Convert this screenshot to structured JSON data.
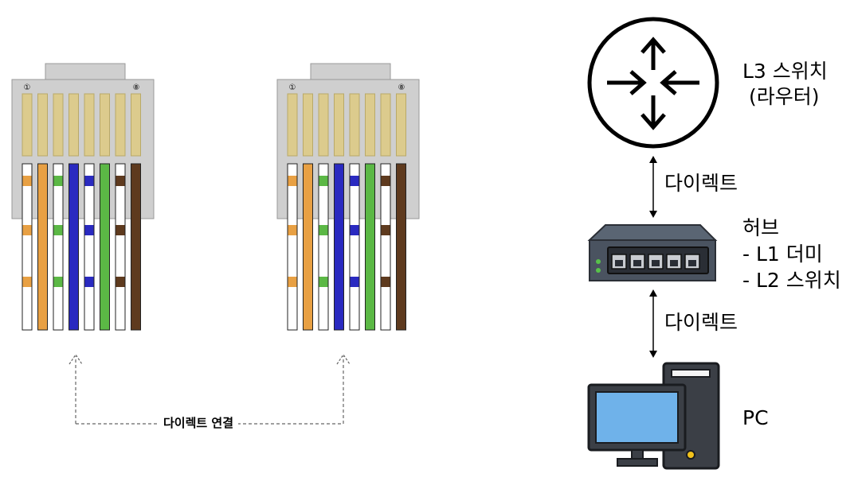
{
  "connectors": {
    "pin_first_label": "①",
    "pin_last_label": "⑧",
    "wire_colors": {
      "orange": "#e8a043",
      "green": "#5bb845",
      "blue": "#2a2ac0",
      "brown": "#5e3a1e",
      "white": "#ffffff"
    },
    "left_wires": [
      "white-orange",
      "orange",
      "white-green",
      "blue",
      "white-blue",
      "green",
      "white-brown",
      "brown"
    ],
    "right_wires": [
      "white-orange",
      "orange",
      "white-green",
      "blue",
      "white-blue",
      "green",
      "white-brown",
      "brown"
    ],
    "connection_label": "다이렉트 연결"
  },
  "network": {
    "router_label_line1": "L3 스위치",
    "router_label_line2": "(라우터)",
    "link1_label": "다이렉트",
    "hub_label_line1": "허브",
    "hub_label_line2": "- L1 더미",
    "hub_label_line3": "- L2 스위치",
    "link2_label": "다이렉트",
    "pc_label": "PC"
  }
}
